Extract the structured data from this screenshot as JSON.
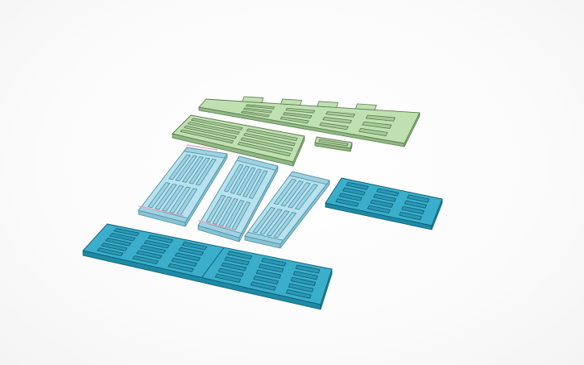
{
  "scene": {
    "background": "#f7f7f7",
    "palette": {
      "green_top": "#bfe0b0",
      "green_side": "#8fb981",
      "green_stroke": "#5c7a52",
      "green_slot": "#a5cc96",
      "lightblue_top": "#b7e2ee",
      "lightblue_side": "#86c3d5",
      "lightblue_stroke": "#4f8fa2",
      "lightblue_slot": "#9dd2e2",
      "teal_top": "#3aaecb",
      "teal_side": "#1d8aa6",
      "teal_stroke": "#0f5c70",
      "teal_slot": "#2a98b6",
      "pink_accent": "#e8a6c8"
    },
    "objects": [
      {
        "name": "green-comb-plate",
        "kind": "tray",
        "slots": 12
      },
      {
        "name": "green-slotted-plate",
        "kind": "tray",
        "slots": 8
      },
      {
        "name": "green-small-bar",
        "kind": "connector"
      },
      {
        "name": "lightblue-rack-1",
        "kind": "rack",
        "slots": 10
      },
      {
        "name": "lightblue-rack-2",
        "kind": "rack",
        "slots": 10
      },
      {
        "name": "lightblue-rack-3",
        "kind": "rack",
        "slots": 8
      },
      {
        "name": "teal-small-tray",
        "kind": "tray",
        "slots": 15
      },
      {
        "name": "teal-large-tray",
        "kind": "tray",
        "slots": 40
      }
    ]
  }
}
